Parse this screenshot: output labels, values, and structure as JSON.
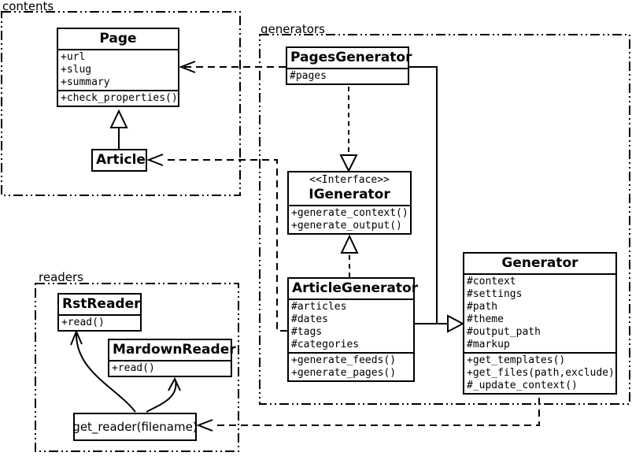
{
  "diagram": {
    "background": "#ffffff",
    "line_color": "#000000",
    "box_fill": "#ffffff"
  },
  "packages": {
    "contents": {
      "label": "contents"
    },
    "generators": {
      "label": "generators"
    },
    "readers": {
      "label": "readers"
    }
  },
  "classes": {
    "page": {
      "title": "Page",
      "attributes": [
        "+url",
        "+slug",
        "+summary"
      ],
      "methods": [
        "+check_properties()"
      ]
    },
    "article": {
      "title": "Article"
    },
    "pages_generator": {
      "title": "PagesGenerator",
      "attributes": [
        "#pages"
      ]
    },
    "igenerator": {
      "stereotype": "<<Interface>>",
      "title": "IGenerator",
      "methods": [
        "+generate_context()",
        "+generate_output()"
      ]
    },
    "article_generator": {
      "title": "ArticleGenerator",
      "attributes": [
        "#articles",
        "#dates",
        "#tags",
        "#categories"
      ],
      "methods": [
        "+generate_feeds()",
        "+generate_pages()"
      ]
    },
    "generator": {
      "title": "Generator",
      "attributes": [
        "#context",
        "#settings",
        "#path",
        "#theme",
        "#output_path",
        "#markup"
      ],
      "methods": [
        "+get_templates()",
        "+get_files(path,exclude)",
        "#_update_context()"
      ]
    },
    "rst_reader": {
      "title": "RstReader",
      "methods": [
        "+read()"
      ]
    },
    "mardown_reader": {
      "title": "MardownReader",
      "methods": [
        "+read()"
      ]
    },
    "get_reader": {
      "title": "get_reader(filename)"
    }
  },
  "relationships": [
    {
      "from": "Article",
      "to": "Page",
      "type": "inheritance-solid-hollow-triangle"
    },
    {
      "from": "PagesGenerator",
      "to": "Page",
      "type": "dependency-dashed-open-arrow"
    },
    {
      "from": "ArticleGenerator",
      "to": "Article",
      "type": "dependency-dashed-open-arrow"
    },
    {
      "from": "PagesGenerator",
      "to": "IGenerator",
      "type": "realization-dashed-hollow-triangle"
    },
    {
      "from": "ArticleGenerator",
      "to": "IGenerator",
      "type": "realization-dashed-hollow-triangle"
    },
    {
      "from": "PagesGenerator",
      "to": "Generator",
      "type": "inheritance-solid-hollow-triangle"
    },
    {
      "from": "ArticleGenerator",
      "to": "Generator",
      "type": "inheritance-solid-hollow-triangle"
    },
    {
      "from": "Generator",
      "to": "get_reader(filename)",
      "type": "dependency-dashed-open-arrow"
    },
    {
      "from": "get_reader(filename)",
      "to": "RstReader",
      "type": "curved-solid-open-arrow"
    },
    {
      "from": "get_reader(filename)",
      "to": "MardownReader",
      "type": "curved-solid-open-arrow"
    }
  ]
}
